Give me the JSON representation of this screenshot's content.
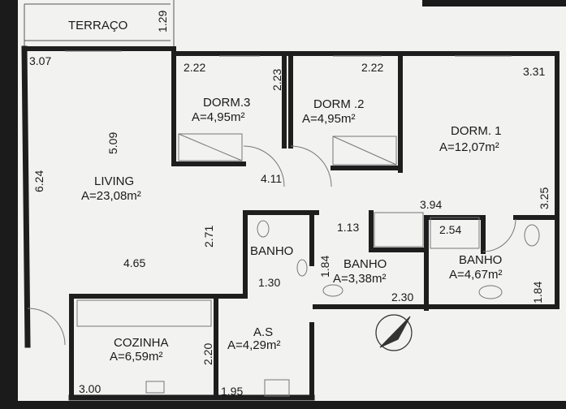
{
  "rooms": {
    "terraco": {
      "name": "TERRAÇO"
    },
    "living": {
      "name": "LIVING",
      "area": "A=23,08m²"
    },
    "dorm3": {
      "name": "DORM.3",
      "area": "A=4,95m²"
    },
    "dorm2": {
      "name": "DORM .2",
      "area": "A=4,95m²"
    },
    "dorm1": {
      "name": "DORM. 1",
      "area": "A=12,07m²"
    },
    "banho_small": {
      "name": "BANHO"
    },
    "banho_mid": {
      "name": "BANHO",
      "area": "A=3,38m²"
    },
    "banho_suite": {
      "name": "BANHO",
      "area": "A=4,67m²"
    },
    "cozinha": {
      "name": "COZINHA",
      "area": "A=6,59m²"
    },
    "as": {
      "name": "A.S",
      "area": "A=4,29m²"
    }
  },
  "dimensions": {
    "d_129": "1.29",
    "d_307": "3.07",
    "d_222_a": "2.22",
    "d_223": "2.23",
    "d_222_b": "2.22",
    "d_331": "3.31",
    "d_509": "5.09",
    "d_624": "6.24",
    "d_411": "4.11",
    "d_325": "3.25",
    "d_394": "3.94",
    "d_113": "1.13",
    "d_254": "2.54",
    "d_271": "2.71",
    "d_465": "4.65",
    "d_130": "1.30",
    "d_184_a": "1.84",
    "d_230": "2.30",
    "d_184_b": "1.84",
    "d_220": "2.20",
    "d_300": "3.00",
    "d_195": "1.95"
  },
  "colors": {
    "paper": "#f2f2f0",
    "wall": "#1e1e1e",
    "frame": "#1b1b1b"
  }
}
